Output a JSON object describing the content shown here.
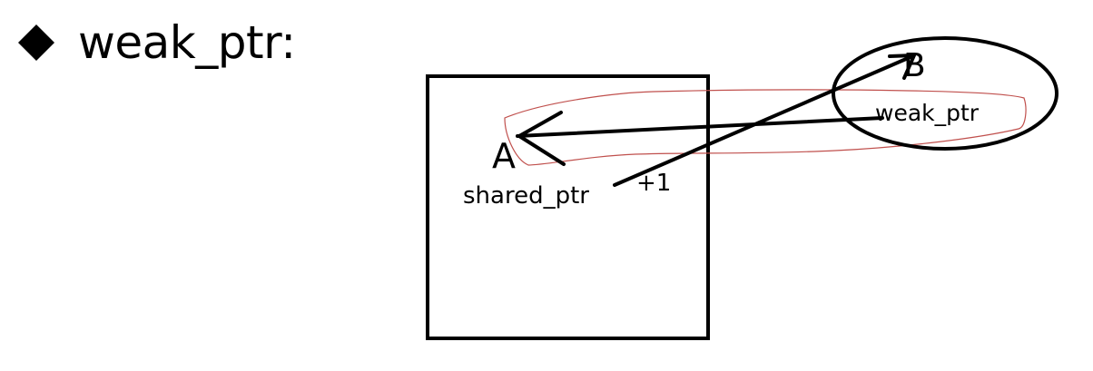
{
  "title": {
    "bullet_icon": "diamond-bullet-icon",
    "text": "weak_ptr:"
  },
  "diagram": {
    "node_a": {
      "label": "A",
      "pointer_label": "shared_ptr"
    },
    "node_b": {
      "label": "B",
      "pointer_label": "weak_ptr"
    },
    "ref_count_annotation": "+1",
    "colors": {
      "ink": "#000000",
      "highlight_outline": "#c0504d"
    }
  }
}
